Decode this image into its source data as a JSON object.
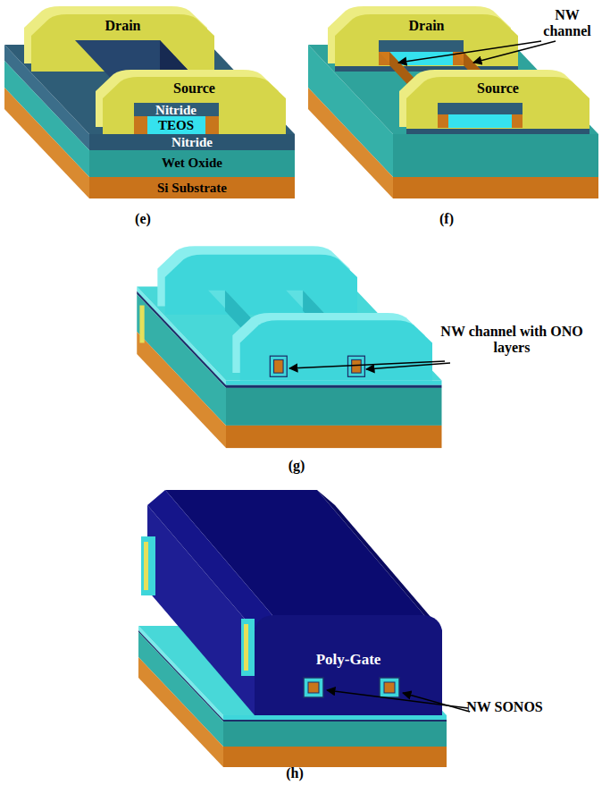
{
  "diagram": {
    "nodes": [
      {
        "text": [
          "Drain"
        ]
      },
      {
        "text": [
          "Source"
        ]
      },
      {
        "text": [
          "Drain"
        ]
      },
      {
        "text": [
          "Source"
        ]
      },
      {
        "text": [
          "Poly-Gate"
        ]
      }
    ],
    "labels": [
      "Nitride",
      "TEOS",
      "Nitride",
      "Wet Oxide",
      "Si Substrate",
      "(e)",
      "NW channel",
      "(f)",
      "NW channel with ONO layers",
      "(g)",
      "NW SONOS",
      "(h)"
    ]
  }
}
